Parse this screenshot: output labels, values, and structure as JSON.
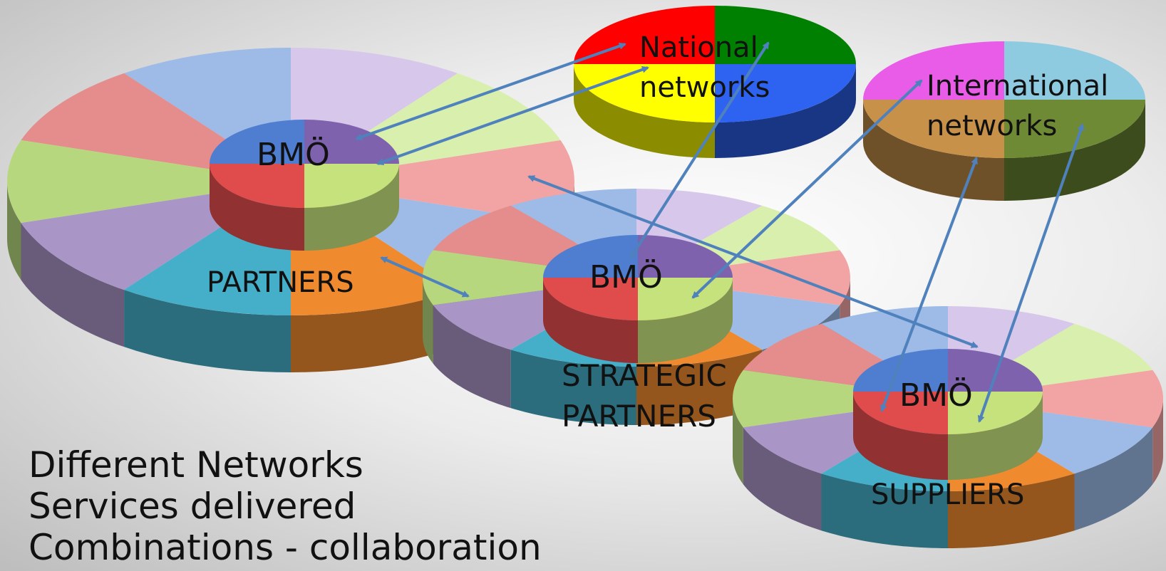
{
  "slide": {
    "networks": [
      {
        "id": "partners",
        "label": "PARTNERS",
        "hub": "BMÖ"
      },
      {
        "id": "strategic",
        "label_line1": "STRATEGIC",
        "label_line2": "PARTNERS",
        "hub": "BMÖ"
      },
      {
        "id": "suppliers",
        "label": "SUPPLIERS",
        "hub": "BMÖ"
      }
    ],
    "national": {
      "line1": "National",
      "line2": "networks"
    },
    "international": {
      "line1": "International",
      "line2": "networks"
    },
    "bullets": [
      "Different Networks",
      "Services delivered",
      "Combinations - collaboration"
    ]
  },
  "colors": {
    "arrow": "#4f81bd",
    "national_slices": [
      "#ff0000",
      "#ffff00",
      "#2e62f0",
      "#008000"
    ],
    "international_slices": [
      "#e85ce8",
      "#c8914a",
      "#6f8a34",
      "#8ecae0"
    ],
    "large_slices": [
      "#9dbbe6",
      "#e58c8c",
      "#b7d77e",
      "#a995c6",
      "#45aec9",
      "#f08a2f",
      "#9dbbe6",
      "#f2a3a3",
      "#d9efad",
      "#d7c7ea"
    ],
    "hub_slices": [
      "#4f7ed1",
      "#e04b4b",
      "#c5e27c",
      "#7f62ad"
    ]
  }
}
